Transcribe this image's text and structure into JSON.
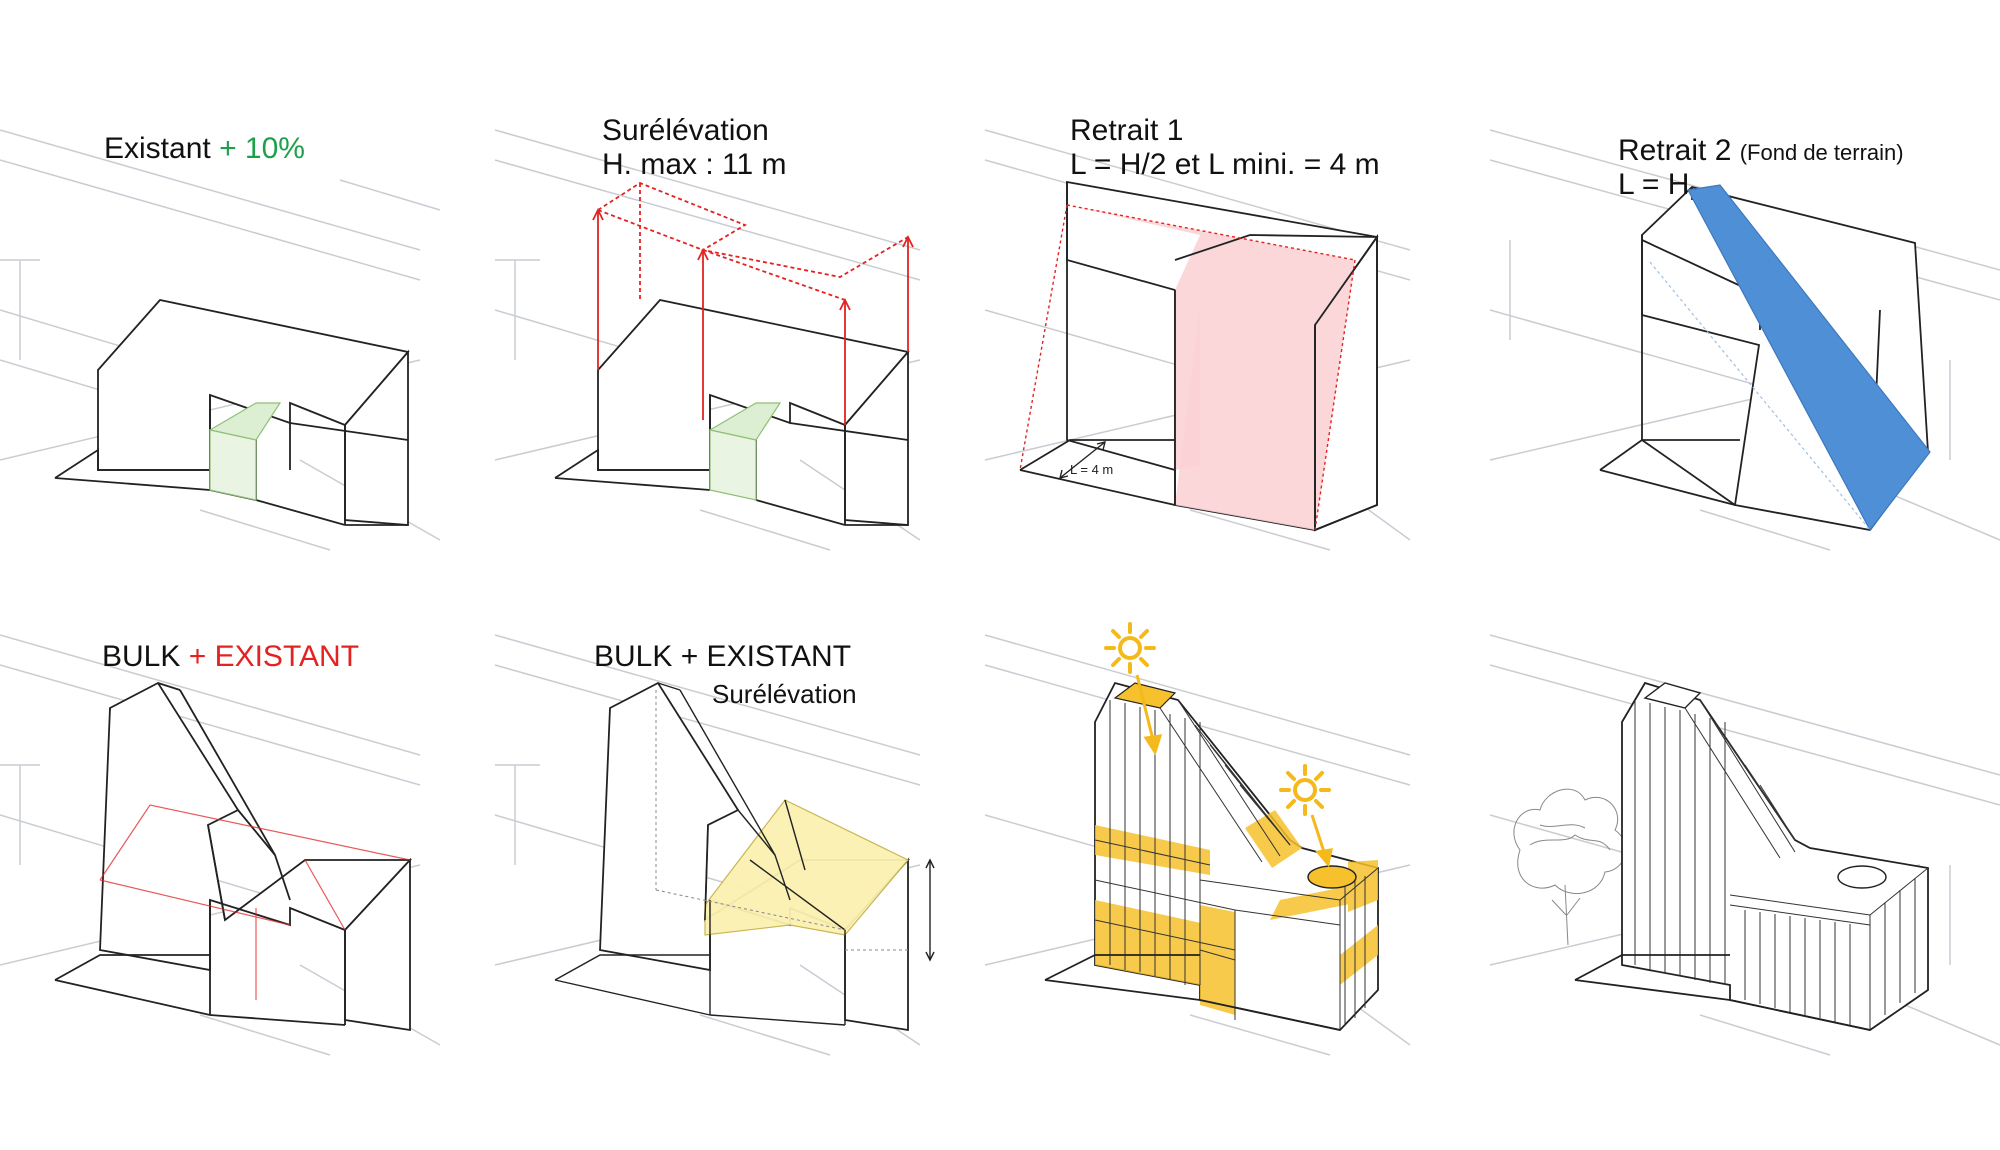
{
  "panels": {
    "p1": {
      "title": "Existant",
      "accent": "+ 10%",
      "accent_color": "#1ea04a"
    },
    "p2": {
      "title": "Surélévation",
      "subtitle": "H. max : 11 m"
    },
    "p3": {
      "title": "Retrait 1",
      "subtitle": "L = H/2 et L mini. = 4 m",
      "dimension_label": "L = 4 m"
    },
    "p4": {
      "title": "Retrait 2",
      "title_note": "(Fond de terrain)",
      "subtitle": "L = H"
    },
    "p5": {
      "title": "BULK",
      "accent": "+ EXISTANT",
      "accent_color": "#e32222"
    },
    "p6": {
      "title": "BULK + EXISTANT",
      "subtitle": "Surélévation"
    },
    "p7": {},
    "p8": {}
  },
  "colors": {
    "green_fill": "#dcefd2",
    "red_fill": "#fbd3d6",
    "blue_fill": "#4f8fd6",
    "yellow_fill": "#fbf1b0",
    "orange_fill": "#f6c12c",
    "sun": "#f4b91a",
    "red_line": "#e32222",
    "line": "#222222",
    "context_line": "#c9ccd3"
  },
  "icons": [
    "sun-icon",
    "tree-icon",
    "arrow-icon"
  ]
}
